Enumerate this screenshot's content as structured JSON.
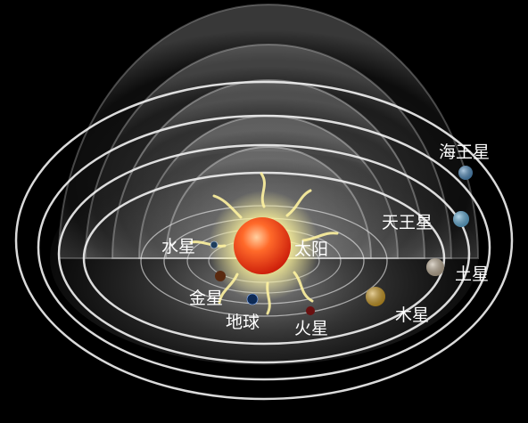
{
  "sun": {
    "label": "太阳",
    "color": "#ff4a1a"
  },
  "planets": [
    {
      "key": "mercury",
      "label": "水星",
      "color": "#1e3d5c"
    },
    {
      "key": "venus",
      "label": "金星",
      "color": "#5a2a10"
    },
    {
      "key": "earth",
      "label": "地球",
      "color": "#0d2a55"
    },
    {
      "key": "mars",
      "label": "火星",
      "color": "#6a1010"
    },
    {
      "key": "jupiter",
      "label": "木星",
      "color": "#c8961e"
    },
    {
      "key": "saturn",
      "label": "土星",
      "color": "#b8a890"
    },
    {
      "key": "uranus",
      "label": "天王星",
      "color": "#5aa6d0"
    },
    {
      "key": "neptune",
      "label": "海王星",
      "color": "#4a86b8"
    }
  ]
}
